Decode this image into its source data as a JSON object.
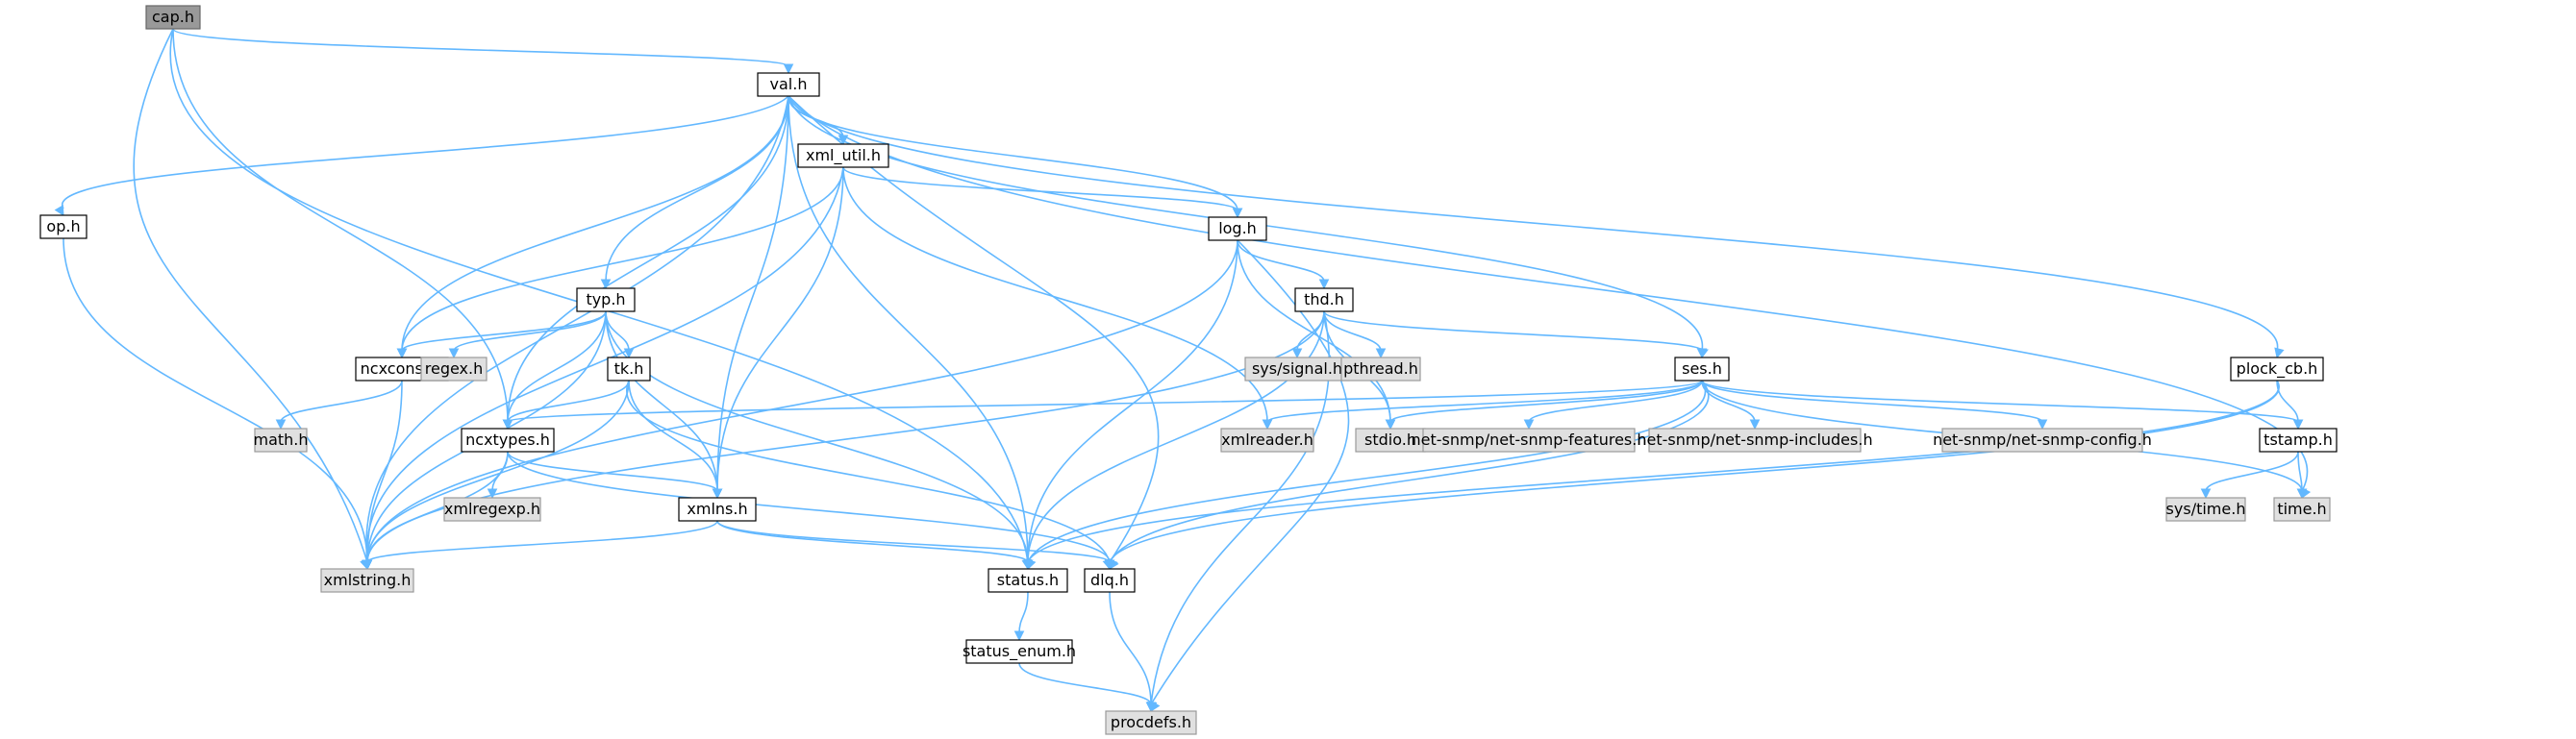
{
  "graph": {
    "nodes": [
      {
        "id": "cap",
        "label": "cap.h",
        "kind": "root"
      },
      {
        "id": "val",
        "label": "val.h",
        "kind": "plain"
      },
      {
        "id": "op",
        "label": "op.h",
        "kind": "plain"
      },
      {
        "id": "xml_util",
        "label": "xml_util.h",
        "kind": "plain"
      },
      {
        "id": "log",
        "label": "log.h",
        "kind": "plain"
      },
      {
        "id": "typ",
        "label": "typ.h",
        "kind": "plain"
      },
      {
        "id": "thd",
        "label": "thd.h",
        "kind": "plain"
      },
      {
        "id": "ncxconst",
        "label": "ncxconst.h",
        "kind": "plain"
      },
      {
        "id": "regex",
        "label": "regex.h",
        "kind": "ext"
      },
      {
        "id": "tk",
        "label": "tk.h",
        "kind": "plain"
      },
      {
        "id": "syssignal",
        "label": "sys/signal.h",
        "kind": "ext"
      },
      {
        "id": "pthread",
        "label": "pthread.h",
        "kind": "ext"
      },
      {
        "id": "ses",
        "label": "ses.h",
        "kind": "plain"
      },
      {
        "id": "plock_cb",
        "label": "plock_cb.h",
        "kind": "plain"
      },
      {
        "id": "math",
        "label": "math.h",
        "kind": "ext"
      },
      {
        "id": "ncxtypes",
        "label": "ncxtypes.h",
        "kind": "plain"
      },
      {
        "id": "xmlreader",
        "label": "xmlreader.h",
        "kind": "ext"
      },
      {
        "id": "stdio",
        "label": "stdio.h",
        "kind": "ext"
      },
      {
        "id": "nsfeat",
        "label": "net-snmp/net-snmp-features.h",
        "kind": "ext"
      },
      {
        "id": "nsinc",
        "label": "net-snmp/net-snmp-includes.h",
        "kind": "ext"
      },
      {
        "id": "nsconf",
        "label": "net-snmp/net-snmp-config.h",
        "kind": "ext"
      },
      {
        "id": "tstamp",
        "label": "tstamp.h",
        "kind": "plain"
      },
      {
        "id": "xmlregexp",
        "label": "xmlregexp.h",
        "kind": "ext"
      },
      {
        "id": "xmlns",
        "label": "xmlns.h",
        "kind": "plain"
      },
      {
        "id": "systime",
        "label": "sys/time.h",
        "kind": "ext"
      },
      {
        "id": "time",
        "label": "time.h",
        "kind": "ext"
      },
      {
        "id": "xmlstring",
        "label": "xmlstring.h",
        "kind": "ext"
      },
      {
        "id": "status",
        "label": "status.h",
        "kind": "plain"
      },
      {
        "id": "dlq",
        "label": "dlq.h",
        "kind": "plain"
      },
      {
        "id": "status_enum",
        "label": "status_enum.h",
        "kind": "plain"
      },
      {
        "id": "procdefs",
        "label": "procdefs.h",
        "kind": "ext"
      }
    ],
    "edges": [
      [
        "cap",
        "val"
      ],
      [
        "cap",
        "xmlstring"
      ],
      [
        "cap",
        "status"
      ],
      [
        "cap",
        "ncxtypes"
      ],
      [
        "val",
        "op"
      ],
      [
        "val",
        "xml_util"
      ],
      [
        "val",
        "log"
      ],
      [
        "val",
        "typ"
      ],
      [
        "val",
        "ncxconst"
      ],
      [
        "val",
        "ses"
      ],
      [
        "val",
        "plock_cb"
      ],
      [
        "val",
        "ncxtypes"
      ],
      [
        "val",
        "xmlns"
      ],
      [
        "val",
        "xmlstring"
      ],
      [
        "val",
        "status"
      ],
      [
        "val",
        "dlq"
      ],
      [
        "val",
        "time"
      ],
      [
        "op",
        "xmlstring"
      ],
      [
        "xml_util",
        "log"
      ],
      [
        "xml_util",
        "ncxconst"
      ],
      [
        "xml_util",
        "xmlreader"
      ],
      [
        "xml_util",
        "xmlns"
      ],
      [
        "xml_util",
        "xmlstring"
      ],
      [
        "log",
        "thd"
      ],
      [
        "log",
        "status"
      ],
      [
        "log",
        "xmlstring"
      ],
      [
        "log",
        "stdio"
      ],
      [
        "log",
        "procdefs"
      ],
      [
        "typ",
        "ncxconst"
      ],
      [
        "typ",
        "regex"
      ],
      [
        "typ",
        "tk"
      ],
      [
        "typ",
        "ncxtypes"
      ],
      [
        "typ",
        "xmlns"
      ],
      [
        "typ",
        "xmlstring"
      ],
      [
        "typ",
        "status"
      ],
      [
        "thd",
        "syssignal"
      ],
      [
        "thd",
        "pthread"
      ],
      [
        "thd",
        "ses"
      ],
      [
        "thd",
        "status"
      ],
      [
        "thd",
        "stdio"
      ],
      [
        "thd",
        "xmlstring"
      ],
      [
        "thd",
        "procdefs"
      ],
      [
        "ncxconst",
        "math"
      ],
      [
        "ncxconst",
        "xmlstring"
      ],
      [
        "tk",
        "ncxtypes"
      ],
      [
        "tk",
        "xmlns"
      ],
      [
        "tk",
        "xmlstring"
      ],
      [
        "tk",
        "dlq"
      ],
      [
        "ses",
        "ncxtypes"
      ],
      [
        "ses",
        "xmlreader"
      ],
      [
        "ses",
        "stdio"
      ],
      [
        "ses",
        "nsfeat"
      ],
      [
        "ses",
        "nsinc"
      ],
      [
        "ses",
        "nsconf"
      ],
      [
        "ses",
        "tstamp"
      ],
      [
        "ses",
        "time"
      ],
      [
        "ses",
        "status"
      ],
      [
        "ses",
        "dlq"
      ],
      [
        "plock_cb",
        "tstamp"
      ],
      [
        "plock_cb",
        "status"
      ],
      [
        "plock_cb",
        "dlq"
      ],
      [
        "ncxtypes",
        "xmlregexp"
      ],
      [
        "ncxtypes",
        "xmlns"
      ],
      [
        "ncxtypes",
        "xmlstring"
      ],
      [
        "ncxtypes",
        "dlq"
      ],
      [
        "tstamp",
        "systime"
      ],
      [
        "tstamp",
        "time"
      ],
      [
        "xmlns",
        "xmlstring"
      ],
      [
        "xmlns",
        "status"
      ],
      [
        "xmlns",
        "dlq"
      ],
      [
        "status",
        "status_enum"
      ],
      [
        "dlq",
        "procdefs"
      ],
      [
        "status_enum",
        "procdefs"
      ]
    ]
  }
}
